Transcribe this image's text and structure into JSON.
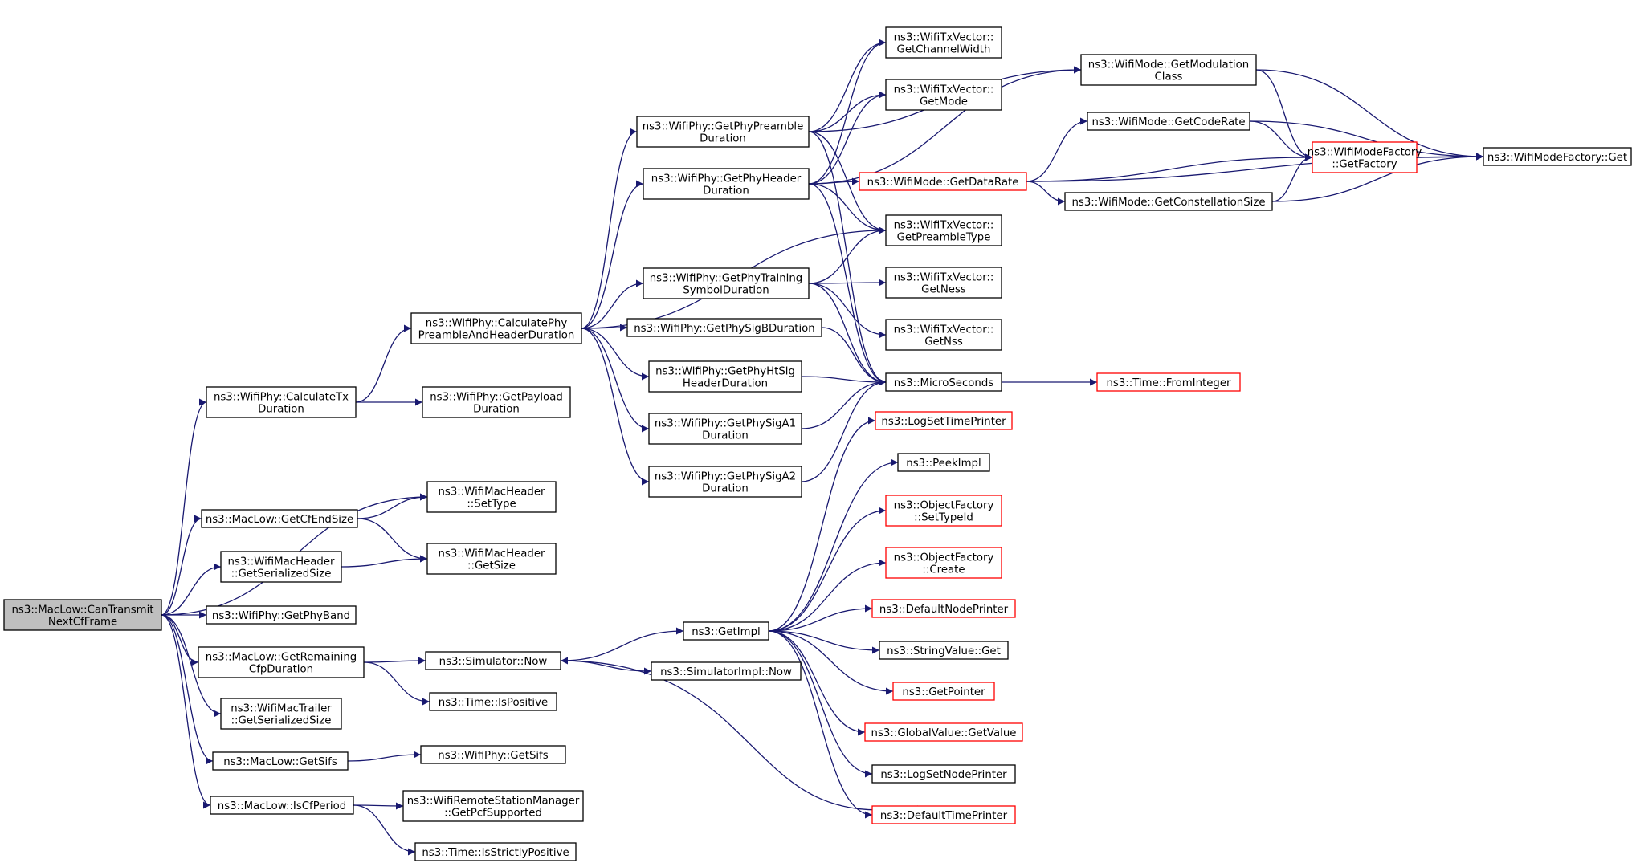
{
  "colors": {
    "edge": "#191970",
    "node_border": "#000000",
    "node_border_truncated": "#ff0000",
    "root_fill": "#bfbfbf",
    "background": "#ffffff"
  },
  "nodes": [
    {
      "id": "root",
      "lines": [
        "ns3::MacLow::CanTransmit",
        "NextCfFrame"
      ],
      "root": true
    },
    {
      "id": "calcTx",
      "lines": [
        "ns3::WifiPhy::CalculateTx",
        "Duration"
      ]
    },
    {
      "id": "getCfEnd",
      "lines": [
        "ns3::MacLow::GetCfEndSize"
      ]
    },
    {
      "id": "macHdrSer",
      "lines": [
        "ns3::WifiMacHeader",
        "::GetSerializedSize"
      ]
    },
    {
      "id": "getPhyBand",
      "lines": [
        "ns3::WifiPhy::GetPhyBand"
      ]
    },
    {
      "id": "getRemCfp",
      "lines": [
        "ns3::MacLow::GetRemaining",
        "CfpDuration"
      ]
    },
    {
      "id": "trailerSer",
      "lines": [
        "ns3::WifiMacTrailer",
        "::GetSerializedSize"
      ]
    },
    {
      "id": "macGetSifs",
      "lines": [
        "ns3::MacLow::GetSifs"
      ]
    },
    {
      "id": "isCfPeriod",
      "lines": [
        "ns3::MacLow::IsCfPeriod"
      ]
    },
    {
      "id": "calcPre",
      "lines": [
        "ns3::WifiPhy::CalculatePhy",
        "PreambleAndHeaderDuration"
      ]
    },
    {
      "id": "getPayload",
      "lines": [
        "ns3::WifiPhy::GetPayload",
        "Duration"
      ]
    },
    {
      "id": "setType",
      "lines": [
        "ns3::WifiMacHeader",
        "::SetType"
      ]
    },
    {
      "id": "hdrGetSize",
      "lines": [
        "ns3::WifiMacHeader",
        "::GetSize"
      ]
    },
    {
      "id": "simNow",
      "lines": [
        "ns3::Simulator::Now"
      ]
    },
    {
      "id": "isPositive",
      "lines": [
        "ns3::Time::IsPositive"
      ]
    },
    {
      "id": "phyGetSifs",
      "lines": [
        "ns3::WifiPhy::GetSifs"
      ]
    },
    {
      "id": "pcfSupp",
      "lines": [
        "ns3::WifiRemoteStationManager",
        "::GetPcfSupported"
      ]
    },
    {
      "id": "isStrictPos",
      "lines": [
        "ns3::Time::IsStrictlyPositive"
      ]
    },
    {
      "id": "getPreamble",
      "lines": [
        "ns3::WifiPhy::GetPhyPreamble",
        "Duration"
      ]
    },
    {
      "id": "getHeader",
      "lines": [
        "ns3::WifiPhy::GetPhyHeader",
        "Duration"
      ]
    },
    {
      "id": "getTraining",
      "lines": [
        "ns3::WifiPhy::GetPhyTraining",
        "SymbolDuration"
      ]
    },
    {
      "id": "getSigB",
      "lines": [
        "ns3::WifiPhy::GetPhySigBDuration"
      ]
    },
    {
      "id": "getHtSig",
      "lines": [
        "ns3::WifiPhy::GetPhyHtSig",
        "HeaderDuration"
      ]
    },
    {
      "id": "getSigA1",
      "lines": [
        "ns3::WifiPhy::GetPhySigA1",
        "Duration"
      ]
    },
    {
      "id": "getSigA2",
      "lines": [
        "ns3::WifiPhy::GetPhySigA2",
        "Duration"
      ]
    },
    {
      "id": "getImpl",
      "lines": [
        "ns3::GetImpl"
      ]
    },
    {
      "id": "simImplNow",
      "lines": [
        "ns3::SimulatorImpl::Now"
      ]
    },
    {
      "id": "txChanWidth",
      "lines": [
        "ns3::WifiTxVector::",
        "GetChannelWidth"
      ]
    },
    {
      "id": "txMode",
      "lines": [
        "ns3::WifiTxVector::",
        "GetMode"
      ]
    },
    {
      "id": "txPreType",
      "lines": [
        "ns3::WifiTxVector::",
        "GetPreambleType"
      ]
    },
    {
      "id": "txNess",
      "lines": [
        "ns3::WifiTxVector::",
        "GetNess"
      ]
    },
    {
      "id": "txNss",
      "lines": [
        "ns3::WifiTxVector::",
        "GetNss"
      ]
    },
    {
      "id": "micro",
      "lines": [
        "ns3::MicroSeconds"
      ]
    },
    {
      "id": "logSetTime",
      "lines": [
        "ns3::LogSetTimePrinter"
      ],
      "truncated": true
    },
    {
      "id": "peekImpl",
      "lines": [
        "ns3::PeekImpl"
      ]
    },
    {
      "id": "ofSetTypeId",
      "lines": [
        "ns3::ObjectFactory",
        "::SetTypeId"
      ],
      "truncated": true
    },
    {
      "id": "ofCreate",
      "lines": [
        "ns3::ObjectFactory",
        "::Create"
      ],
      "truncated": true
    },
    {
      "id": "defNodePr",
      "lines": [
        "ns3::DefaultNodePrinter"
      ],
      "truncated": true
    },
    {
      "id": "strValGet",
      "lines": [
        "ns3::StringValue::Get"
      ]
    },
    {
      "id": "getPointer",
      "lines": [
        "ns3::GetPointer"
      ],
      "truncated": true
    },
    {
      "id": "gvGetValue",
      "lines": [
        "ns3::GlobalValue::GetValue"
      ],
      "truncated": true
    },
    {
      "id": "logSetNode",
      "lines": [
        "ns3::LogSetNodePrinter"
      ]
    },
    {
      "id": "defTimePr",
      "lines": [
        "ns3::DefaultTimePrinter"
      ],
      "truncated": true
    },
    {
      "id": "getDataRate",
      "lines": [
        "ns3::WifiMode::GetDataRate"
      ],
      "truncated": true
    },
    {
      "id": "getModClass",
      "lines": [
        "ns3::WifiMode::GetModulation",
        "Class"
      ]
    },
    {
      "id": "getCodeRate",
      "lines": [
        "ns3::WifiMode::GetCodeRate"
      ]
    },
    {
      "id": "getConstSize",
      "lines": [
        "ns3::WifiMode::GetConstellationSize"
      ]
    },
    {
      "id": "fromInteger",
      "lines": [
        "ns3::Time::FromInteger"
      ],
      "truncated": true
    },
    {
      "id": "getFactory",
      "lines": [
        "ns3::WifiModeFactory",
        "::GetFactory"
      ],
      "truncated": true
    },
    {
      "id": "factoryGet",
      "lines": [
        "ns3::WifiModeFactory::Get"
      ]
    }
  ],
  "edges": [
    [
      "root",
      "calcTx"
    ],
    [
      "root",
      "setType"
    ],
    [
      "root",
      "getCfEnd"
    ],
    [
      "root",
      "macHdrSer"
    ],
    [
      "root",
      "getPhyBand"
    ],
    [
      "root",
      "getRemCfp"
    ],
    [
      "root",
      "trailerSer"
    ],
    [
      "root",
      "macGetSifs"
    ],
    [
      "root",
      "isCfPeriod"
    ],
    [
      "calcTx",
      "calcPre"
    ],
    [
      "calcTx",
      "getPayload"
    ],
    [
      "calcPre",
      "getPreamble"
    ],
    [
      "calcPre",
      "getHeader"
    ],
    [
      "calcPre",
      "txPreType"
    ],
    [
      "calcPre",
      "getTraining"
    ],
    [
      "calcPre",
      "getSigB"
    ],
    [
      "calcPre",
      "getHtSig"
    ],
    [
      "calcPre",
      "getSigA1"
    ],
    [
      "calcPre",
      "getSigA2"
    ],
    [
      "getCfEnd",
      "setType"
    ],
    [
      "getCfEnd",
      "hdrGetSize"
    ],
    [
      "macHdrSer",
      "hdrGetSize"
    ],
    [
      "getRemCfp",
      "simNow"
    ],
    [
      "getRemCfp",
      "isPositive"
    ],
    [
      "macGetSifs",
      "phyGetSifs"
    ],
    [
      "isCfPeriod",
      "pcfSupp"
    ],
    [
      "isCfPeriod",
      "isStrictPos"
    ],
    [
      "simNow",
      "getImpl"
    ],
    [
      "simNow",
      "simImplNow"
    ],
    [
      "getPreamble",
      "getModClass"
    ],
    [
      "getPreamble",
      "txChanWidth"
    ],
    [
      "getPreamble",
      "txMode"
    ],
    [
      "getPreamble",
      "txPreType"
    ],
    [
      "getPreamble",
      "micro"
    ],
    [
      "getHeader",
      "txChanWidth"
    ],
    [
      "getHeader",
      "txMode"
    ],
    [
      "getHeader",
      "getDataRate"
    ],
    [
      "getHeader",
      "getModClass"
    ],
    [
      "getHeader",
      "txPreType"
    ],
    [
      "getHeader",
      "micro"
    ],
    [
      "getTraining",
      "txPreType"
    ],
    [
      "getTraining",
      "txNess"
    ],
    [
      "getTraining",
      "txNss"
    ],
    [
      "getTraining",
      "micro"
    ],
    [
      "getSigB",
      "micro"
    ],
    [
      "getHtSig",
      "micro"
    ],
    [
      "getSigA1",
      "micro"
    ],
    [
      "getSigA2",
      "micro"
    ],
    [
      "getImpl",
      "logSetTime"
    ],
    [
      "getImpl",
      "peekImpl"
    ],
    [
      "getImpl",
      "ofSetTypeId"
    ],
    [
      "getImpl",
      "ofCreate"
    ],
    [
      "getImpl",
      "defNodePr"
    ],
    [
      "getImpl",
      "strValGet"
    ],
    [
      "getImpl",
      "getPointer"
    ],
    [
      "getImpl",
      "gvGetValue"
    ],
    [
      "getImpl",
      "logSetNode"
    ],
    [
      "getImpl",
      "defTimePr"
    ],
    [
      "defTimePr",
      "simNow"
    ],
    [
      "micro",
      "fromInteger"
    ],
    [
      "getDataRate",
      "getCodeRate"
    ],
    [
      "getDataRate",
      "getConstSize"
    ],
    [
      "getDataRate",
      "getFactory"
    ],
    [
      "getDataRate",
      "factoryGet"
    ],
    [
      "getModClass",
      "getFactory"
    ],
    [
      "getModClass",
      "factoryGet"
    ],
    [
      "getCodeRate",
      "getFactory"
    ],
    [
      "getCodeRate",
      "factoryGet"
    ],
    [
      "getConstSize",
      "getFactory"
    ],
    [
      "getConstSize",
      "factoryGet"
    ],
    [
      "getFactory",
      "factoryGet"
    ]
  ]
}
